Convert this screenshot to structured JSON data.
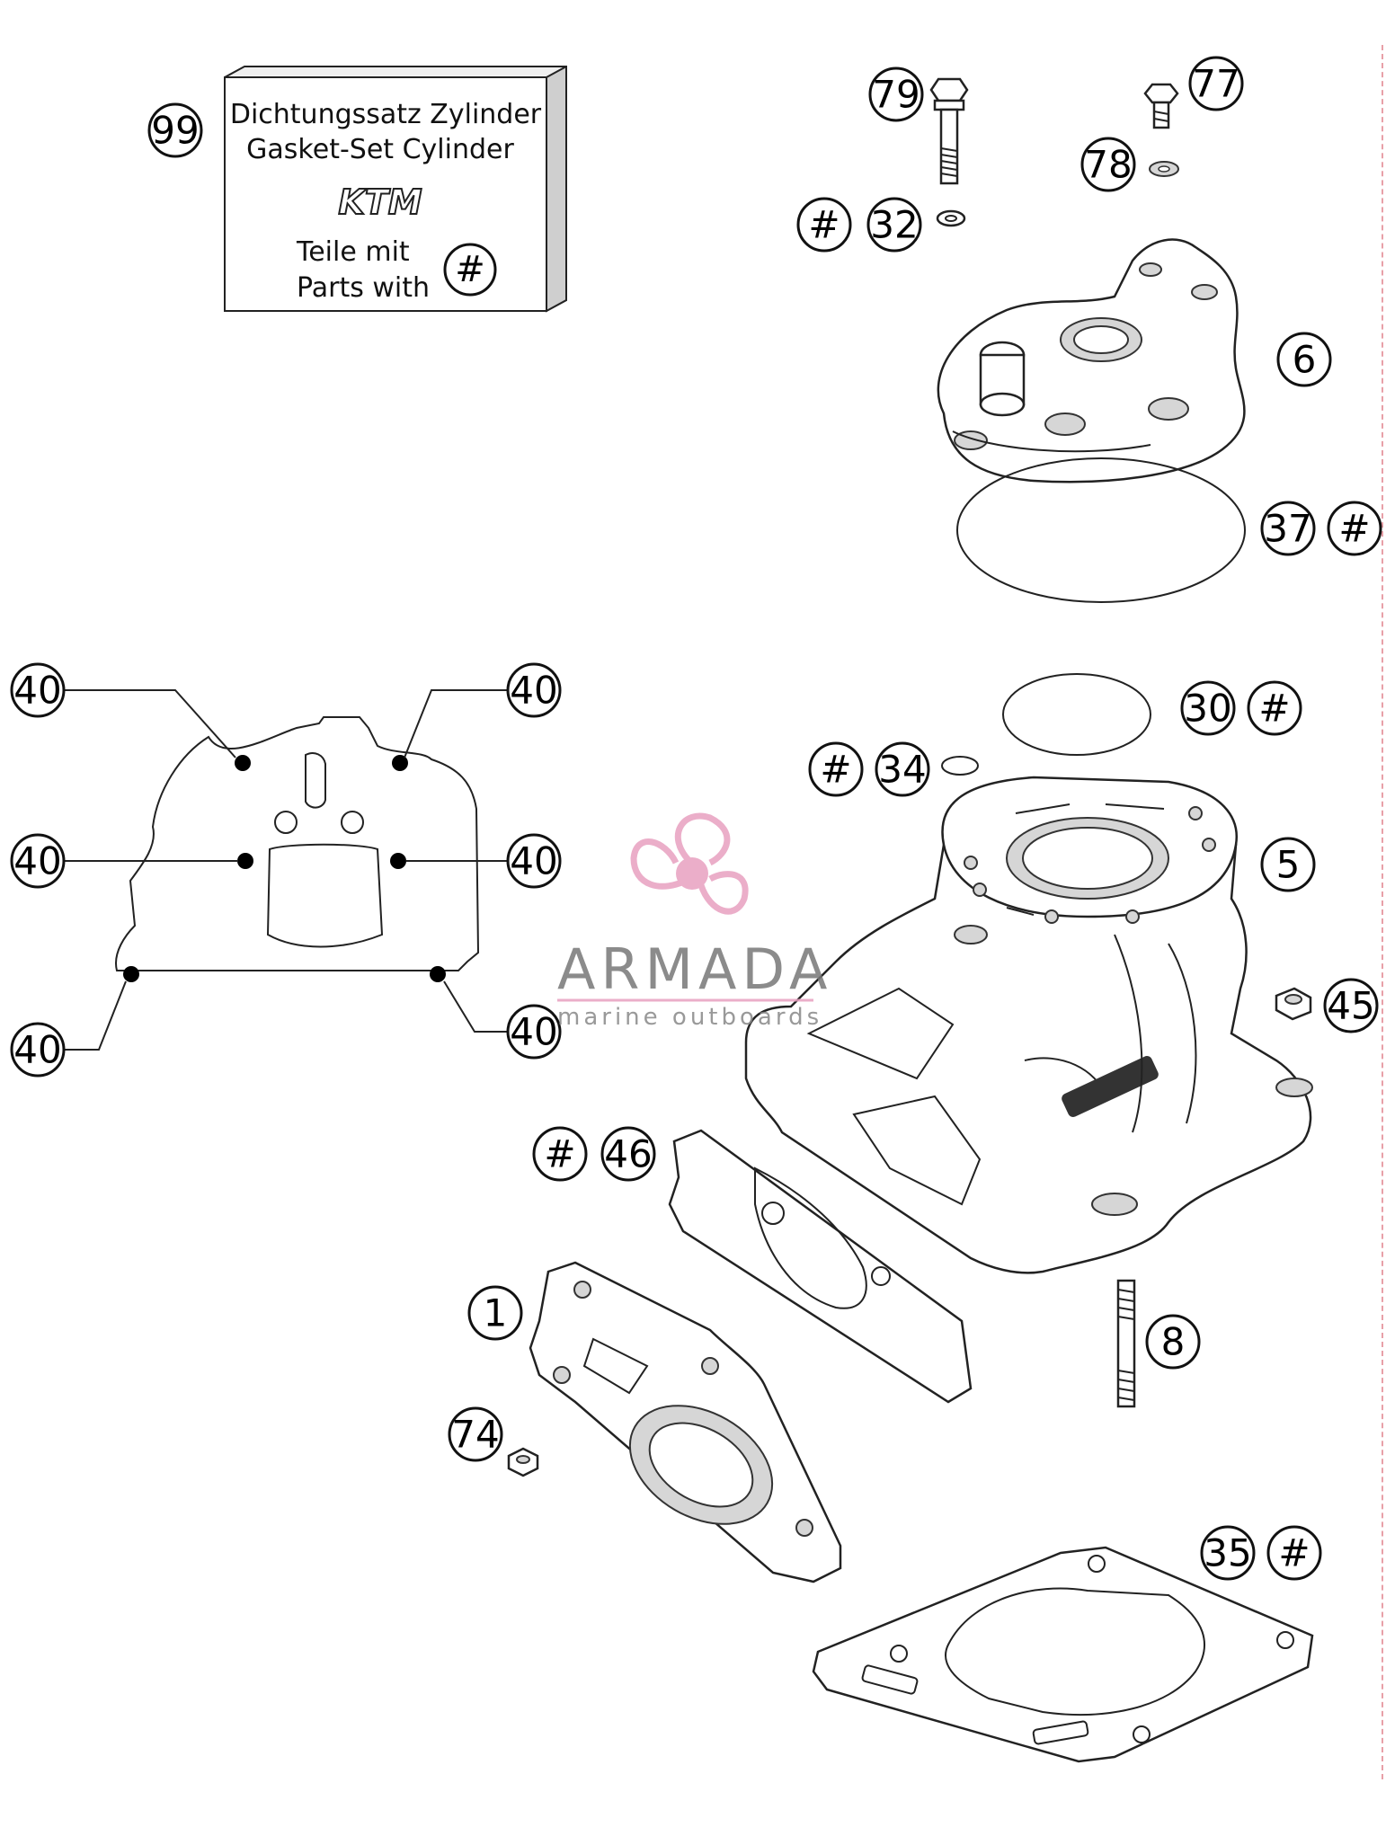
{
  "kit_box": {
    "line1": "Dichtungssatz Zylinder",
    "line2": "Gasket-Set Cylinder",
    "brand": "KTM",
    "line3": "Teile mit",
    "line4": "Parts with",
    "symbol": "#"
  },
  "callouts": {
    "c99": "99",
    "c79": "79",
    "c77": "77",
    "c78": "78",
    "c32": "32",
    "c6": "6",
    "c37": "37",
    "c30": "30",
    "c34": "34",
    "c5": "5",
    "c45": "45",
    "c46": "46",
    "c1": "1",
    "c8": "8",
    "c74": "74",
    "c35": "35",
    "c40": "40"
  },
  "hash": "#",
  "watermark": {
    "name": "ARMADA",
    "tagline": "marine outboards",
    "color": "#e8a0c0"
  }
}
